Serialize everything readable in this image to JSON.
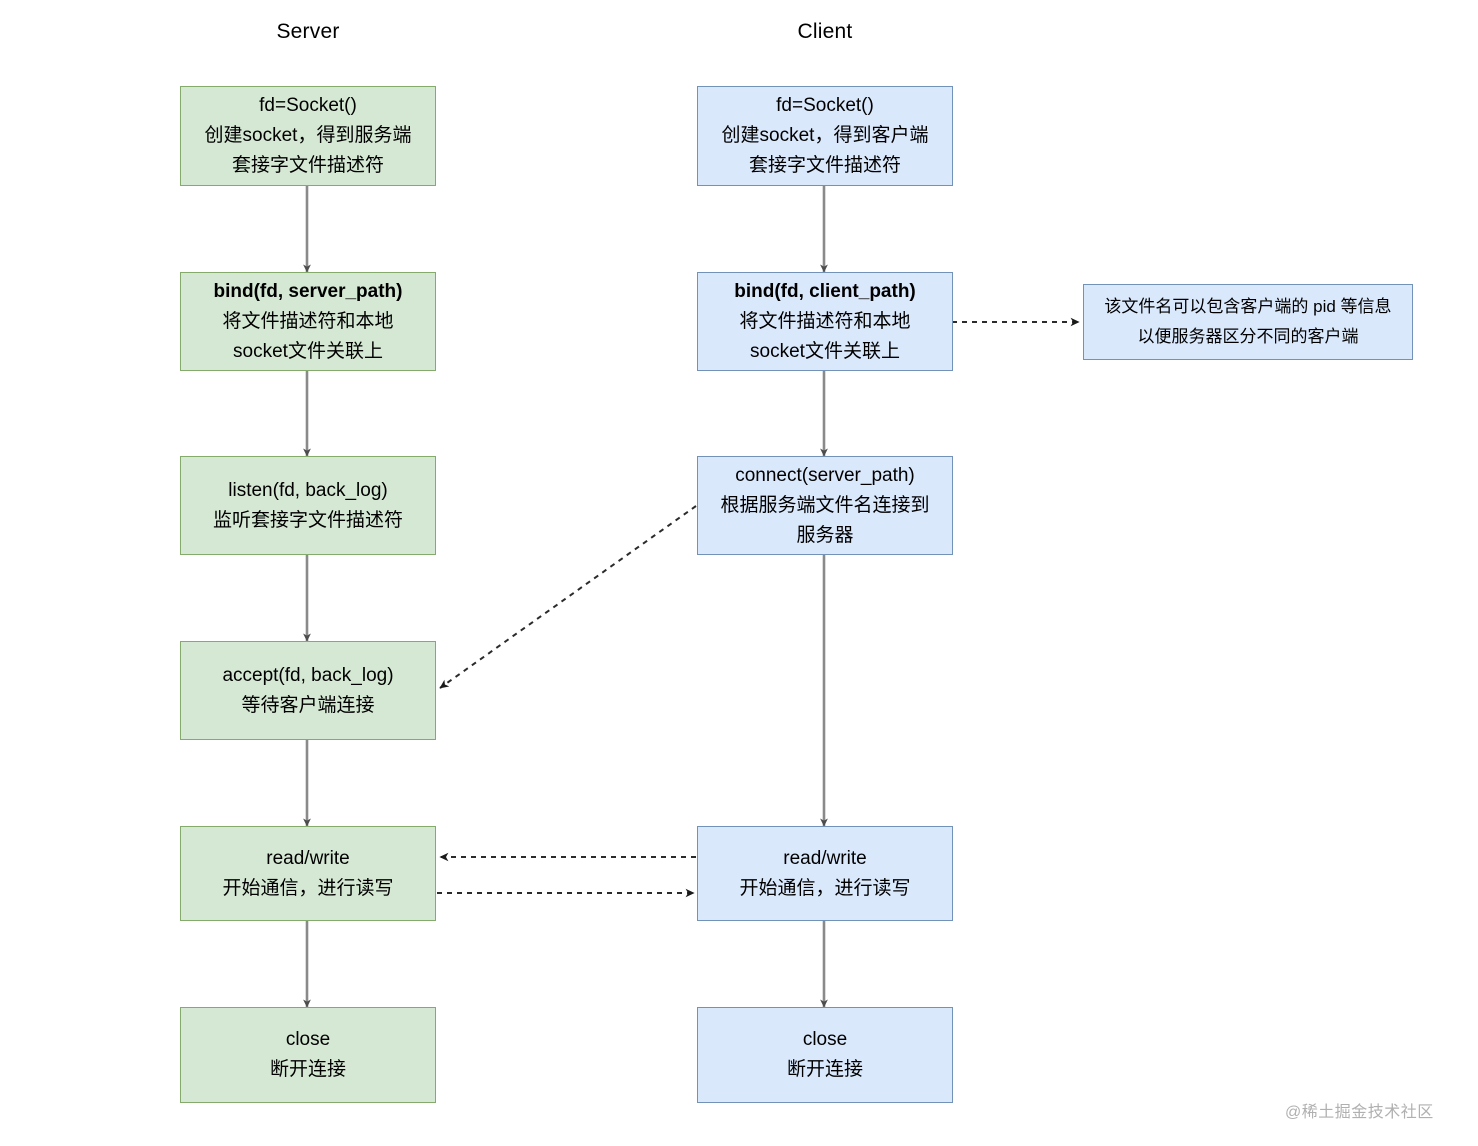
{
  "diagram": {
    "title_server": "Server",
    "title_client": "Client",
    "watermark": "@稀土掘金技术社区",
    "colors": {
      "server_fill": "#d5e8d4",
      "server_stroke": "#84ab6b",
      "client_fill": "#dae8fc",
      "client_stroke": "#7392b8",
      "arrow": "#6d6d6d",
      "dashed_arrow": "#3b3b3b",
      "watermark": "#b0b0b0"
    },
    "server_nodes": [
      {
        "id": "server-socket",
        "lines": [
          "fd=Socket()",
          "创建socket，得到服务端",
          "套接字文件描述符"
        ]
      },
      {
        "id": "server-bind",
        "lines": [
          "bind(fd, server_path)",
          "将文件描述符和本地",
          "socket文件关联上"
        ]
      },
      {
        "id": "server-listen",
        "lines": [
          "listen(fd, back_log)",
          "监听套接字文件描述符"
        ]
      },
      {
        "id": "server-accept",
        "lines": [
          "accept(fd, back_log)",
          "等待客户端连接"
        ]
      },
      {
        "id": "server-readwrite",
        "lines": [
          "read/write",
          "开始通信，进行读写"
        ]
      },
      {
        "id": "server-close",
        "lines": [
          "close",
          "断开连接"
        ]
      }
    ],
    "client_nodes": [
      {
        "id": "client-socket",
        "lines": [
          "fd=Socket()",
          "创建socket，得到客户端",
          "套接字文件描述符"
        ]
      },
      {
        "id": "client-bind",
        "lines": [
          "bind(fd, client_path)",
          "将文件描述符和本地",
          "socket文件关联上"
        ]
      },
      {
        "id": "client-connect",
        "lines": [
          "connect(server_path)",
          "根据服务端文件名连接到",
          "服务器"
        ]
      },
      {
        "id": "client-readwrite",
        "lines": [
          "read/write",
          "开始通信，进行读写"
        ]
      },
      {
        "id": "client-close",
        "lines": [
          "close",
          "断开连接"
        ]
      }
    ],
    "note": {
      "id": "client-bind-note",
      "lines": [
        "该文件名可以包含客户端的 pid 等信息",
        "以便服务器区分不同的客户端"
      ]
    }
  }
}
